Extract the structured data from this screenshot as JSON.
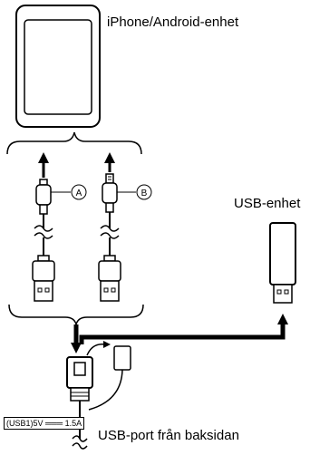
{
  "labels": {
    "phone": "iPhone/Android-enhet",
    "usb_device": "USB-enhet",
    "usb_port": "USB-port från baksidan",
    "port_spec": "(USB1)5V ═══ 1.5A"
  },
  "callouts": {
    "a": "A",
    "b": "B"
  },
  "icons": [
    "phone-icon",
    "usb-c-cable-icon",
    "lightning-cable-icon",
    "usb-stick-icon",
    "usb-port-icon"
  ]
}
